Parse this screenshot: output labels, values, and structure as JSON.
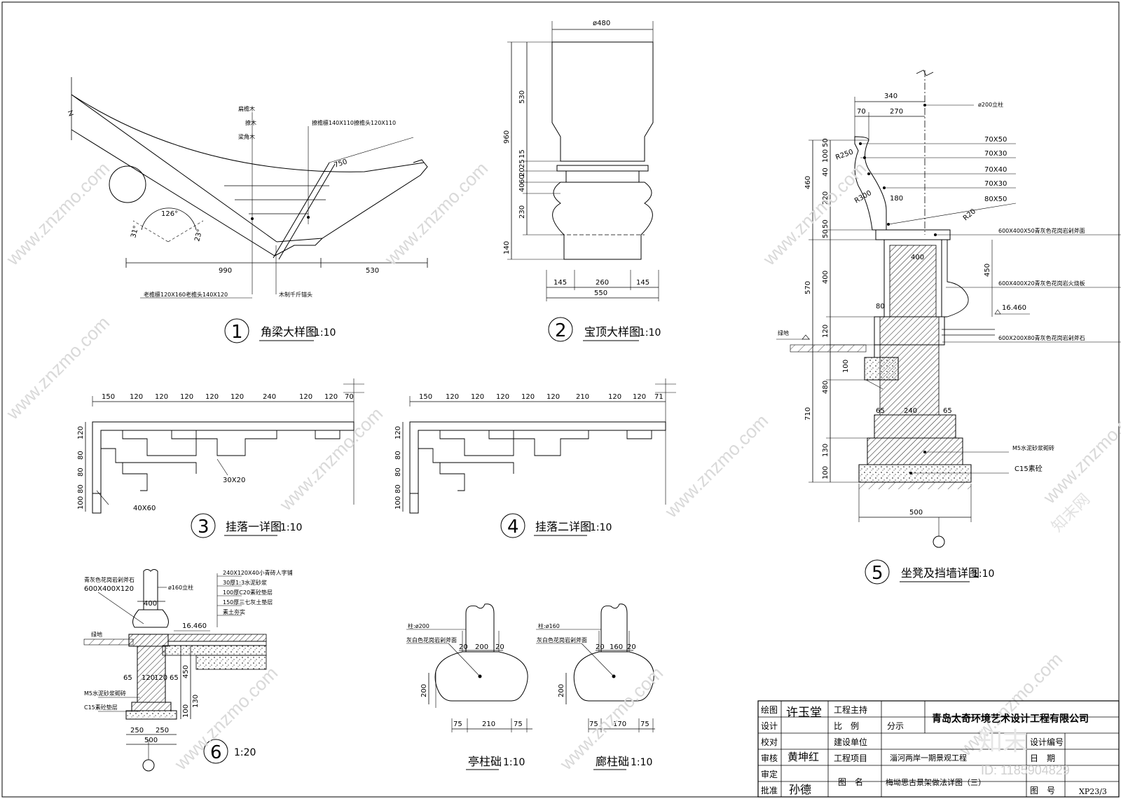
{
  "details": {
    "d1": {
      "number": "1",
      "title": "角梁大样图",
      "scale": "1:10",
      "dims": [
        "990",
        "530",
        "750",
        "126°",
        "31°",
        "23°"
      ],
      "notes": [
        "扁檐木",
        "撩木",
        "梁角木",
        "撩檐檩140X110撩檐头120X110",
        "老檐檩120X160老檐头140X120",
        "木制千斤锚头"
      ]
    },
    "d2": {
      "number": "2",
      "title": "宝顶大样图",
      "scale": "1:10",
      "dims": [
        "ø480",
        "530",
        "960",
        "15",
        "25",
        "20",
        "40",
        "60",
        "230",
        "140",
        "145",
        "260",
        "145",
        "550"
      ]
    },
    "d3": {
      "number": "3",
      "title": "挂落一详图",
      "scale": "1:10",
      "top_dims": [
        "150",
        "120",
        "120",
        "120",
        "120",
        "120",
        "240",
        "120",
        "120",
        "70"
      ],
      "left_dims": [
        "120",
        "80",
        "80",
        "80",
        "100"
      ],
      "notes": [
        "30X20",
        "40X60"
      ]
    },
    "d4": {
      "number": "4",
      "title": "挂落二详图",
      "scale": "1:10",
      "top_dims": [
        "150",
        "120",
        "120",
        "120",
        "120",
        "120",
        "210",
        "120",
        "120",
        "71"
      ],
      "left_dims": [
        "120",
        "80",
        "80",
        "80",
        "100"
      ]
    },
    "d5": {
      "number": "5",
      "title": "坐凳及挡墙详图",
      "scale": "1:10",
      "dims": [
        "340",
        "70",
        "270",
        "460",
        "50",
        "100",
        "40",
        "220",
        "50",
        "50",
        "570",
        "400",
        "120",
        "100",
        "710",
        "480",
        "130",
        "100",
        "65",
        "240",
        "65",
        "500",
        "450",
        "180",
        "400",
        "80",
        "R250",
        "R300",
        "R20"
      ],
      "notes": [
        "ø200立柱",
        "70X50",
        "70X30",
        "70X40",
        "70X30",
        "80X50",
        "600X400X50青灰色花岗岩剁斧面",
        "600X400X20青灰色花岗岩火烧板",
        "16.460",
        "600X200X80青灰色花岗岩剁斧石",
        "M5水泥砂浆砌砖",
        "C15素砼",
        "绿地"
      ]
    },
    "d6": {
      "number": "6",
      "scale": "1:20",
      "dims": [
        "400",
        "65",
        "120",
        "120",
        "65",
        "450",
        "130",
        "100",
        "250",
        "250",
        "500"
      ],
      "notes": [
        "ø160立柱",
        "青灰色花岗岩剁斧石",
        "600X400X120",
        "240X120X40小青砖人字铺",
        "30厚1:3水泥砂浆",
        "100厚C20素砼垫层",
        "150厚三七灰土垫层",
        "素土夯实",
        "16.460",
        "绿地",
        "M5水泥砂浆砌砖",
        "C15素砼垫层"
      ]
    },
    "d7": {
      "title": "亭柱础",
      "scale": "1:10",
      "dims": [
        "20",
        "200",
        "20",
        "200",
        "75",
        "210",
        "75"
      ],
      "notes": [
        "柱:ø200",
        "灰白色花岗岩剁斧面"
      ]
    },
    "d8": {
      "title": "廊柱础",
      "scale": "1:10",
      "dims": [
        "20",
        "160",
        "20",
        "200",
        "75",
        "170",
        "75"
      ],
      "notes": [
        "柱:ø160",
        "灰白色花岗岩剁斧面"
      ]
    }
  },
  "title_block": {
    "labels": [
      "绘图",
      "设计",
      "校对",
      "审核",
      "审定",
      "批准",
      "工程主持",
      "比　例",
      "建设单位",
      "工程项目",
      "图　名",
      "设计编号",
      "日　期",
      "图　号"
    ],
    "company": "青岛太奇环境艺术设计工程有限公司",
    "scale_value": "分示",
    "project": "淄河两岸一期景观工程",
    "drawing_name": "梅坳思古景架做法详图（三）",
    "drawing_no": "XP23/3",
    "signatures": [
      "许玉堂",
      "黄坤红",
      "孙德"
    ]
  },
  "watermark": {
    "text": "www.znzmo.com",
    "cn": "知末网",
    "logo": "知末",
    "id": "ID: 1185904829"
  }
}
